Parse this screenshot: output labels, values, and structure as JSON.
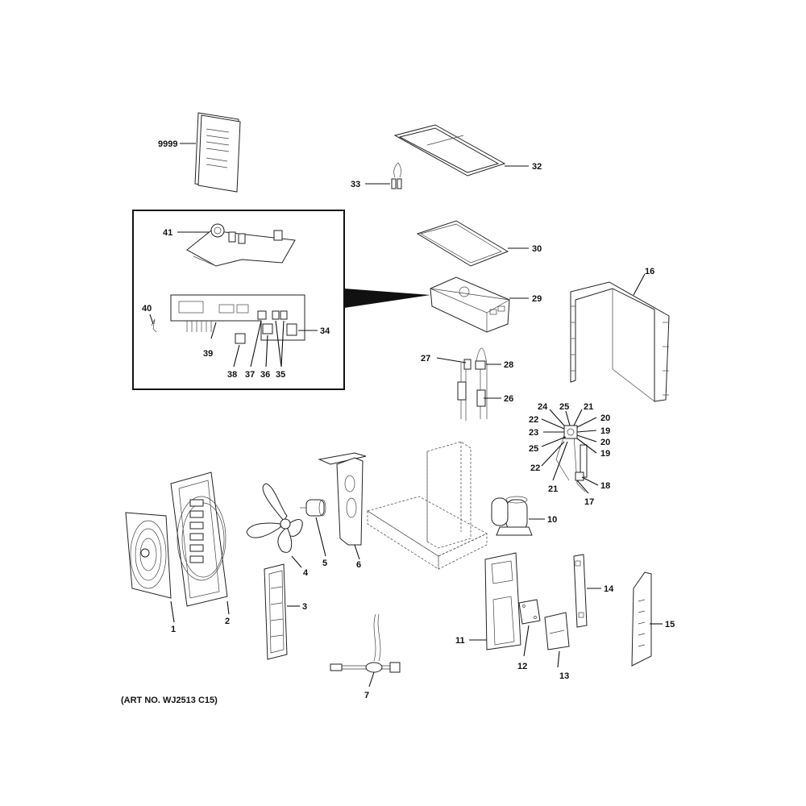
{
  "art_number": "(ART NO. WJ2513 C15)",
  "callouts": {
    "c9999": "9999",
    "c32": "32",
    "c33": "33",
    "c41": "41",
    "c30": "30",
    "c16": "16",
    "c29": "29",
    "c40": "40",
    "c34": "34",
    "c39": "39",
    "c38": "38",
    "c37": "37",
    "c36": "36",
    "c35": "35",
    "c27": "27",
    "c28": "28",
    "c26": "26",
    "c24": "24",
    "c25a": "25",
    "c21a": "21",
    "c22a": "22",
    "c20a": "20",
    "c23": "23",
    "c19a": "19",
    "c25b": "25",
    "c20b": "20",
    "c19b": "19",
    "c22b": "22",
    "c21b": "21",
    "c18": "18",
    "c17": "17",
    "c10": "10",
    "c4": "4",
    "c5": "5",
    "c6": "6",
    "c1": "1",
    "c2": "2",
    "c3": "3",
    "c11": "11",
    "c12": "12",
    "c13": "13",
    "c14": "14",
    "c15": "15",
    "c7": "7"
  }
}
